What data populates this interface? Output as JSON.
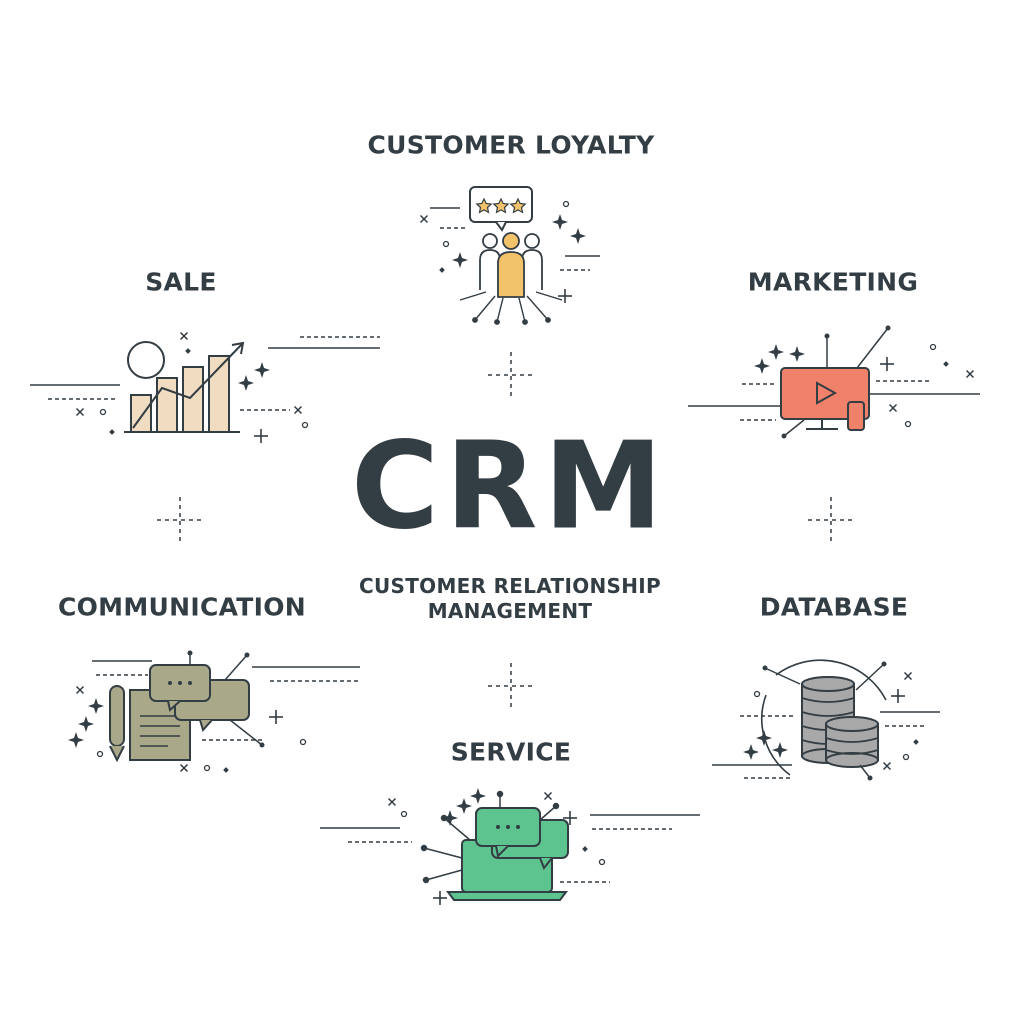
{
  "center": {
    "title": "CRM",
    "subtitle_line1": "CUSTOMER RELATIONSHIP",
    "subtitle_line2": "MANAGEMENT"
  },
  "sections": {
    "customer_loyalty": {
      "label": "CUSTOMER LOYALTY",
      "icon": "loyalty-people-icon",
      "color": "#f2c36b"
    },
    "marketing": {
      "label": "MARKETING",
      "icon": "marketing-video-icon",
      "color": "#f0826b"
    },
    "sale": {
      "label": "SALE",
      "icon": "sales-chart-icon",
      "color": "#f0dcc0"
    },
    "database": {
      "label": "DATABASE",
      "icon": "database-stack-icon",
      "color": "#a8a8a8"
    },
    "communication": {
      "label": "COMMUNICATION",
      "icon": "communication-chat-icon",
      "color": "#a9a98a"
    },
    "service": {
      "label": "SERVICE",
      "icon": "service-laptop-icon",
      "color": "#5dc48f"
    }
  },
  "colors": {
    "ink": "#333d44",
    "background": "#ffffff"
  }
}
